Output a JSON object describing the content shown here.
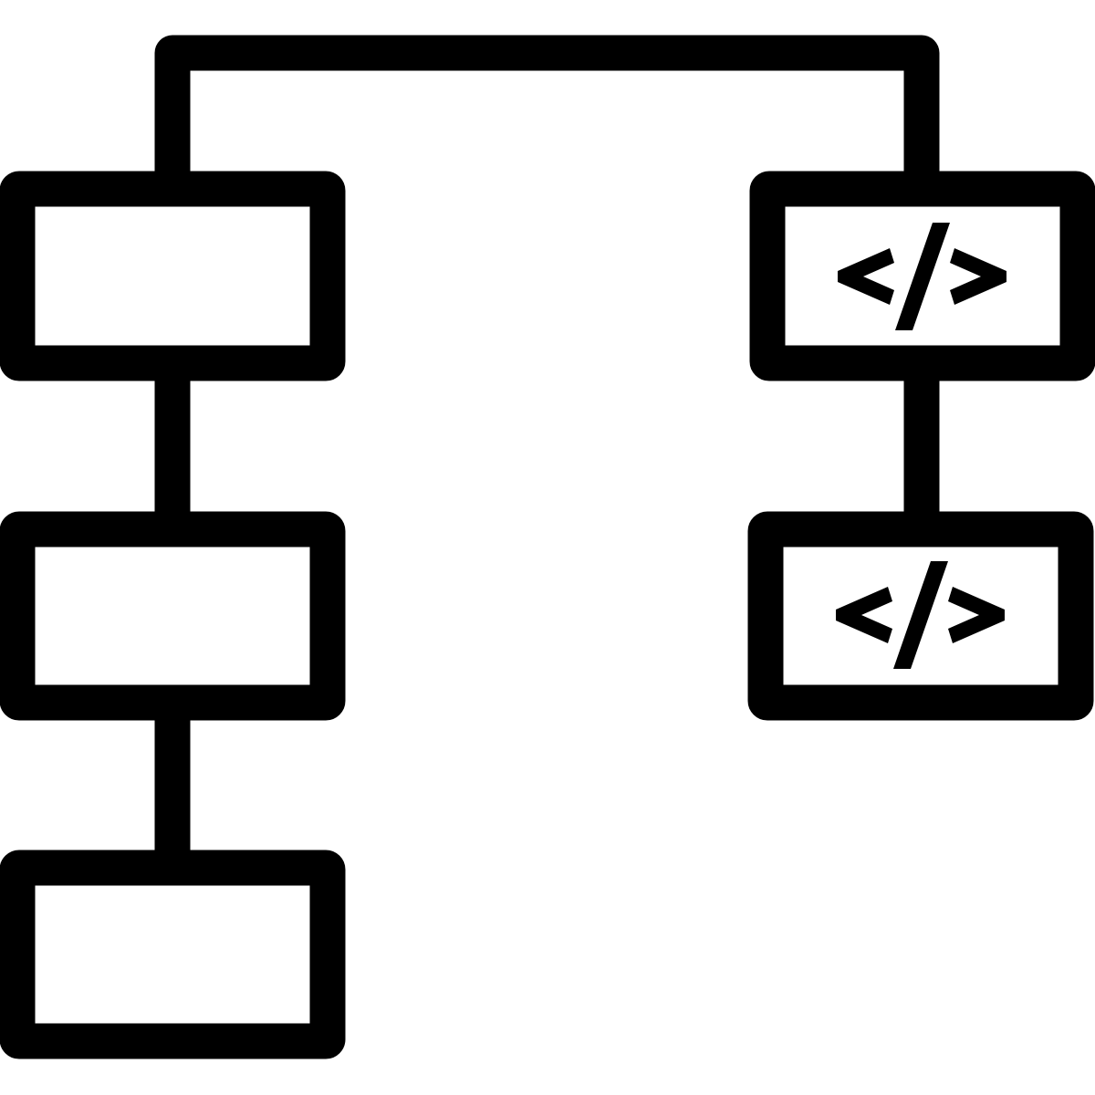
{
  "diagram": {
    "type": "hierarchy",
    "stroke_color": "#000000",
    "fill_color": "#ffffff",
    "background": "#ffffff",
    "left_branch": {
      "nodes": [
        {
          "icon": "none"
        },
        {
          "icon": "none"
        },
        {
          "icon": "none"
        }
      ]
    },
    "right_branch": {
      "nodes": [
        {
          "icon": "code-icon"
        },
        {
          "icon": "code-icon"
        }
      ]
    }
  }
}
